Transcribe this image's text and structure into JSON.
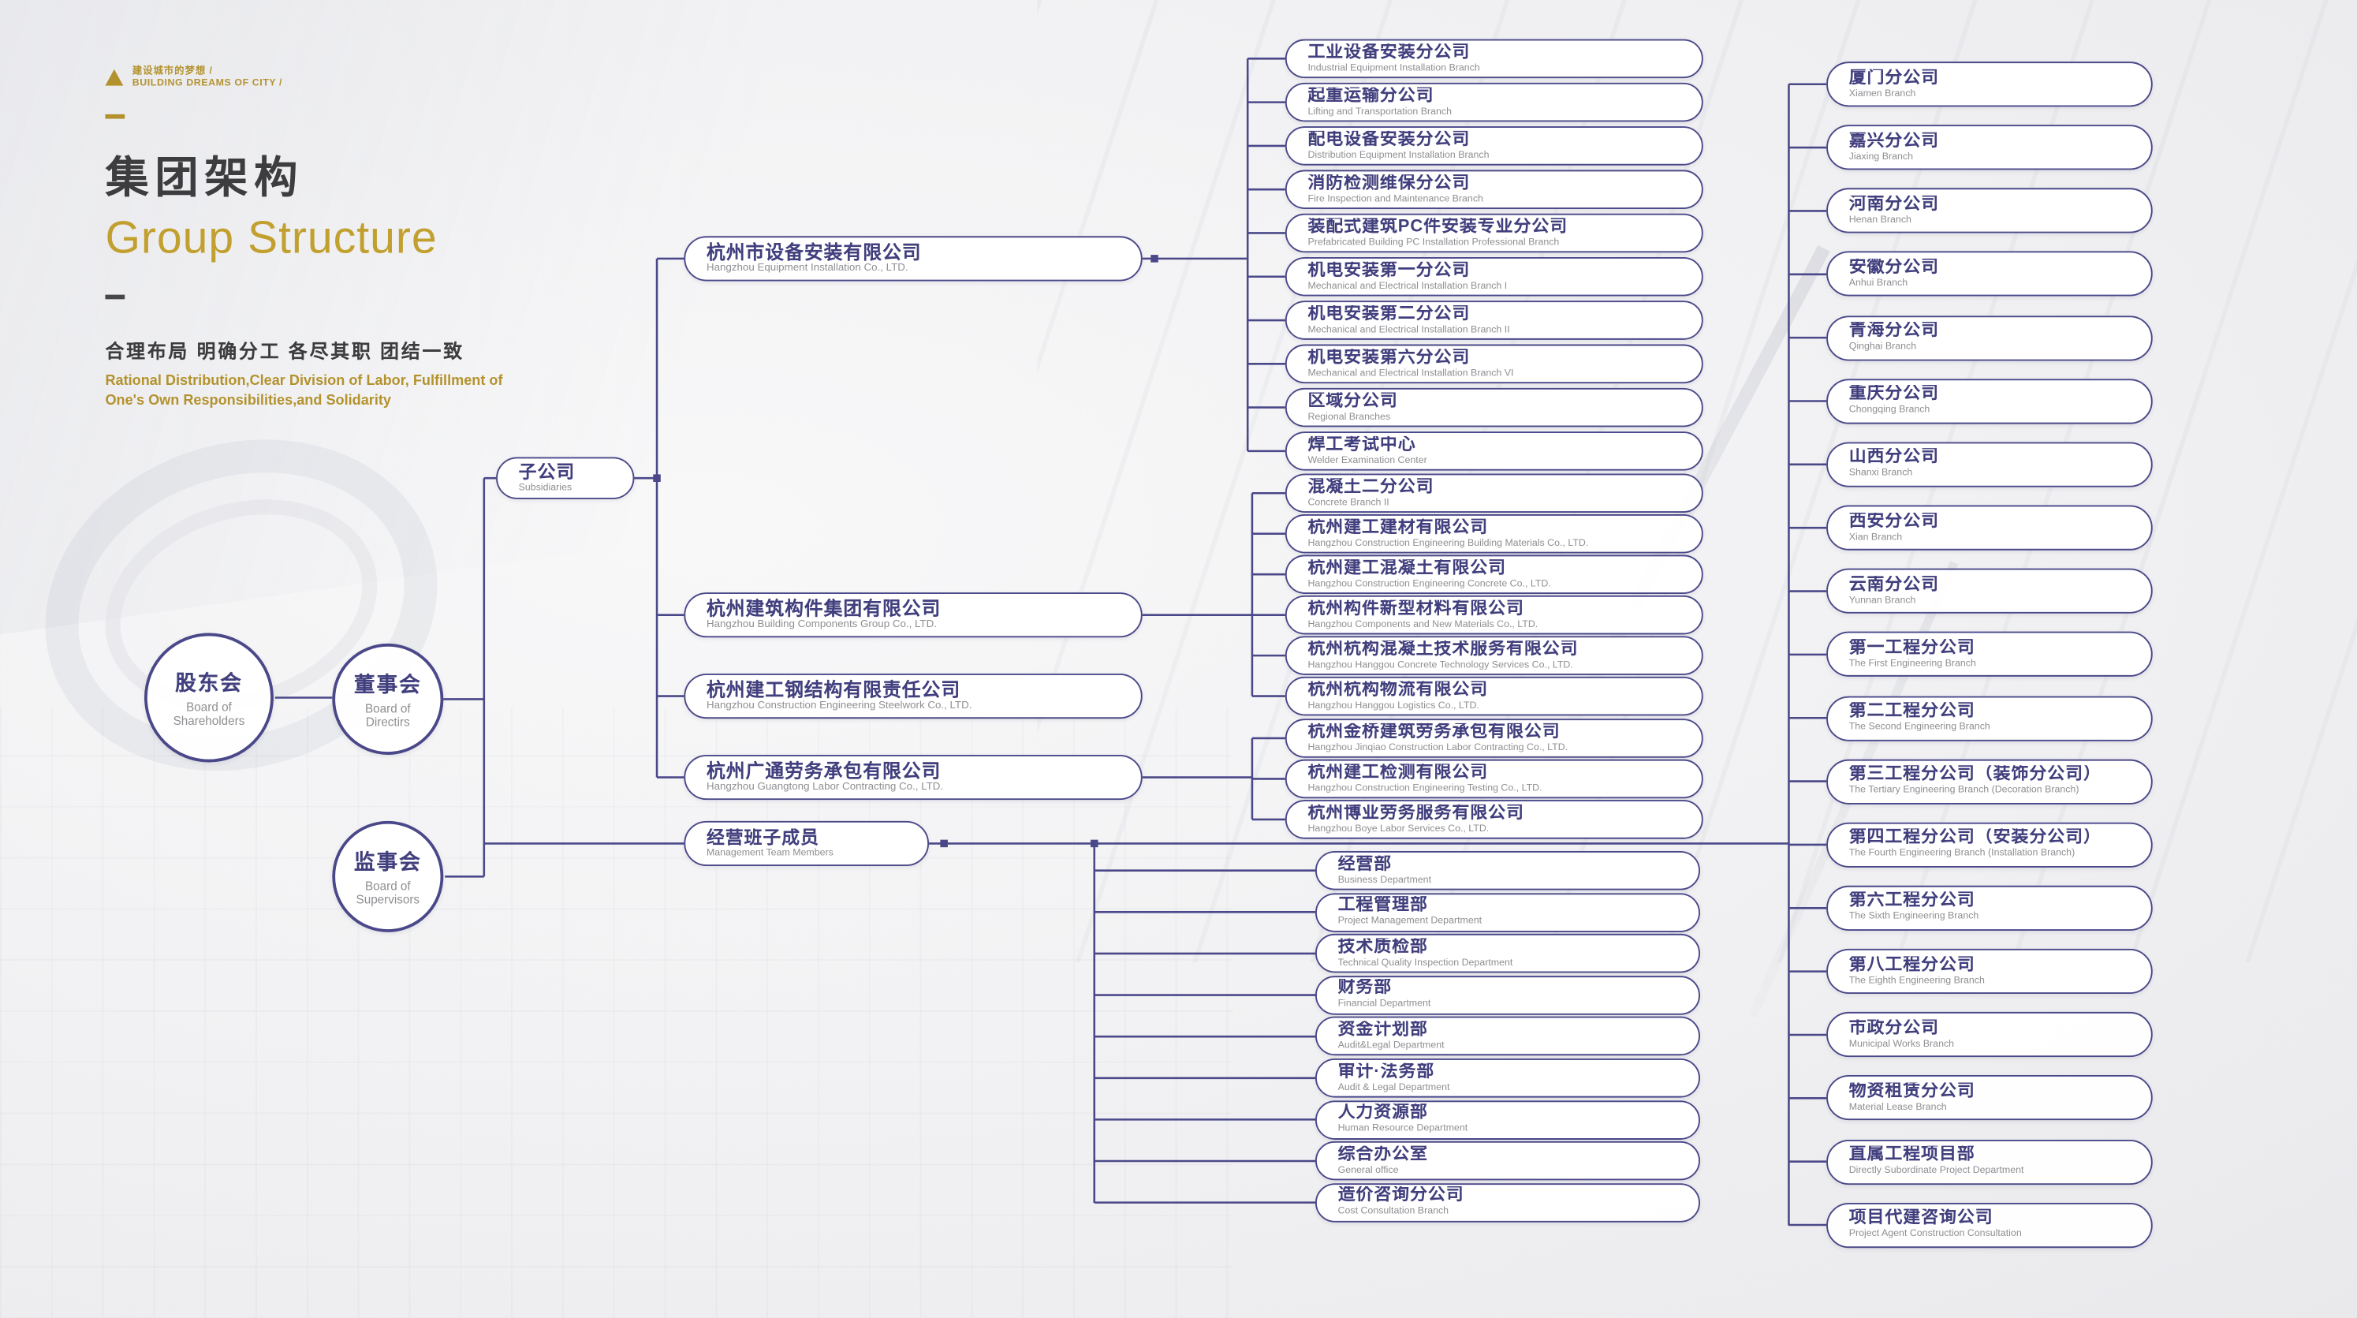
{
  "colors": {
    "gold": "#c2a02f",
    "gold2": "#b3922e",
    "ink": "#413f7d",
    "inkline": "#4a4889",
    "gray": "#8f8f93"
  },
  "brand": {
    "tagline_cn": "建设城市的梦想 /",
    "tagline_en": "BUILDING DREAMS OF CITY /",
    "title_cn": "集团架构",
    "title_en": "Group Structure",
    "slogan_cn": "合理布局 明确分工 各尽其职 团结一致",
    "slogan_en_line1": "Rational Distribution,Clear Division of Labor, Fulfillment of",
    "slogan_en_line2": "One's Own Responsibilities,and Solidarity"
  },
  "chart": {
    "shareholders": {
      "cn": "股东会",
      "en": "Board of Shareholders"
    },
    "directors": {
      "cn": "董事会",
      "en": "Board of Directirs"
    },
    "supervisors": {
      "cn": "监事会",
      "en": "Board of Supervisors"
    },
    "subsidiaries": {
      "cn": "子公司",
      "en": "Subsidiaries"
    },
    "management": {
      "cn": "经营班子成员",
      "en": "Management Team Members"
    },
    "l4": [
      {
        "cn": "杭州市设备安装有限公司",
        "en": "Hangzhou Equipment Installation Co., LTD."
      },
      {
        "cn": "杭州建筑构件集团有限公司",
        "en": "Hangzhou Building Components Group Co., LTD."
      },
      {
        "cn": "杭州建工钢结构有限责任公司",
        "en": "Hangzhou Construction Engineering Steelwork Co., LTD."
      },
      {
        "cn": "杭州广通劳务承包有限公司",
        "en": "Hangzhou Guangtong Labor Contracting Co., LTD."
      }
    ],
    "equipment_branches": [
      {
        "cn": "工业设备安装分公司",
        "en": "Industrial Equipment Installation Branch"
      },
      {
        "cn": "起重运输分公司",
        "en": "Lifting and Transportation Branch"
      },
      {
        "cn": "配电设备安装分公司",
        "en": "Distribution Equipment Installation Branch"
      },
      {
        "cn": "消防检测维保分公司",
        "en": "Fire Inspection and Maintenance Branch"
      },
      {
        "cn": "装配式建筑PC件安装专业分公司",
        "en": "Prefabricated Building PC Installation Professional Branch"
      },
      {
        "cn": "机电安装第一分公司",
        "en": "Mechanical and Electrical Installation Branch I"
      },
      {
        "cn": "机电安装第二分公司",
        "en": "Mechanical and Electrical Installation Branch II"
      },
      {
        "cn": "机电安装第六分公司",
        "en": "Mechanical and Electrical Installation Branch VI"
      },
      {
        "cn": "区域分公司",
        "en": "Regional Branches"
      },
      {
        "cn": "焊工考试中心",
        "en": "Welder Examination Center"
      }
    ],
    "component_companies": [
      {
        "cn": "混凝土二分公司",
        "en": "Concrete Branch II"
      },
      {
        "cn": "杭州建工建材有限公司",
        "en": "Hangzhou Construction Engineering Building Materials Co., LTD."
      },
      {
        "cn": "杭州建工混凝土有限公司",
        "en": "Hangzhou Construction Engineering Concrete Co., LTD."
      },
      {
        "cn": "杭州构件新型材料有限公司",
        "en": "Hangzhou Components and New Materials Co., LTD."
      },
      {
        "cn": "杭州杭构混凝土技术服务有限公司",
        "en": "Hangzhou Hanggou Concrete Technology Services Co., LTD."
      },
      {
        "cn": "杭州杭构物流有限公司",
        "en": "Hangzhou Hanggou Logistics Co., LTD."
      }
    ],
    "labor_companies": [
      {
        "cn": "杭州金桥建筑劳务承包有限公司",
        "en": "Hangzhou Jinqiao Construction Labor Contracting Co., LTD."
      },
      {
        "cn": "杭州建工检测有限公司",
        "en": "Hangzhou Construction Engineering Testing Co., LTD."
      },
      {
        "cn": "杭州博业劳务服务有限公司",
        "en": "Hangzhou Boye Labor Services Co., LTD."
      }
    ],
    "departments": [
      {
        "cn": "经营部",
        "en": "Business Department"
      },
      {
        "cn": "工程管理部",
        "en": "Project Management Department"
      },
      {
        "cn": "技术质检部",
        "en": "Technical Quality Inspection Department"
      },
      {
        "cn": "财务部",
        "en": "Financial Department"
      },
      {
        "cn": "资金计划部",
        "en": "Audit&Legal Department"
      },
      {
        "cn": "审计·法务部",
        "en": "Audit & Legal Department"
      },
      {
        "cn": "人力资源部",
        "en": "Human Resource Department"
      },
      {
        "cn": "综合办公室",
        "en": "General office"
      },
      {
        "cn": "造价咨询分公司",
        "en": "Cost Consultation Branch"
      }
    ],
    "regional_branches": [
      {
        "cn": "厦门分公司",
        "en": "Xiamen Branch"
      },
      {
        "cn": "嘉兴分公司",
        "en": "Jiaxing Branch"
      },
      {
        "cn": "河南分公司",
        "en": "Henan Branch"
      },
      {
        "cn": "安徽分公司",
        "en": "Anhui Branch"
      },
      {
        "cn": "青海分公司",
        "en": "Qinghai Branch"
      },
      {
        "cn": "重庆分公司",
        "en": "Chongqing Branch"
      },
      {
        "cn": "山西分公司",
        "en": "Shanxi Branch"
      },
      {
        "cn": "西安分公司",
        "en": "Xian Branch"
      },
      {
        "cn": "云南分公司",
        "en": "Yunnan Branch"
      },
      {
        "cn": "第一工程分公司",
        "en": "The First Engineering Branch"
      },
      {
        "cn": "第二工程分公司",
        "en": "The Second Engineering Branch"
      },
      {
        "cn": "第三工程分公司（装饰分公司）",
        "en": "The Tertiary Engineering Branch (Decoration Branch)"
      },
      {
        "cn": "第四工程分公司（安装分公司）",
        "en": "The Fourth Engineering Branch (Installation Branch)"
      },
      {
        "cn": "第六工程分公司",
        "en": "The Sixth Engineering Branch"
      },
      {
        "cn": "第八工程分公司",
        "en": "The Eighth Engineering Branch"
      },
      {
        "cn": "市政分公司",
        "en": "Municipal Works Branch"
      },
      {
        "cn": "物资租赁分公司",
        "en": "Material Lease Branch"
      },
      {
        "cn": "直属工程项目部",
        "en": "Directly Subordinate Project Department"
      },
      {
        "cn": "项目代建咨询公司",
        "en": "Project Agent Construction Consultation"
      }
    ]
  }
}
